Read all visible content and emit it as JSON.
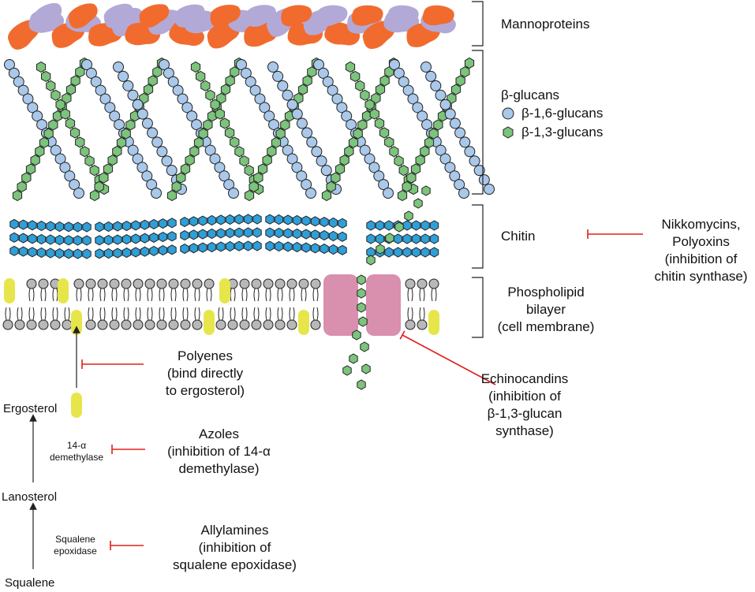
{
  "layers": {
    "mannoproteins": "Mannoproteins",
    "glucans": "β-glucans",
    "b16": "β-1,6-glucans",
    "b13": "β-1,3-glucans",
    "chitin": "Chitin",
    "membrane": "Phospholipid\nbilayer\n(cell membrane)"
  },
  "pathway": {
    "ergosterol": "Ergosterol",
    "demethylase": "14-α\ndemethylase",
    "lanosterol": "Lanosterol",
    "epoxidase": "Squalene\nepoxidase",
    "squalene": "Squalene"
  },
  "drugs": {
    "nikkomycins": "Nikkomycins,\nPolyoxins\n(inhibition of\nchitin synthase)",
    "polyenes": "Polyenes\n(bind directly\nto ergosterol)",
    "azoles": "Azoles\n(inhibition of 14-α\ndemethylase)",
    "allylamines": "Allylamines\n(inhibition of\nsqualene epoxidase)",
    "echinocandins": "Echinocandins\n(inhibition of\nβ-1,3-glucan\nsynthase)"
  },
  "colors": {
    "manno_orange": "#f26b2e",
    "manno_purple": "#b3a9d6",
    "b16_fill": "#a9c8ea",
    "b13_fill": "#7cc47c",
    "chitin_fill": "#2f9fd8",
    "ergosterol": "#e6e64a",
    "synthase": "#d98fae",
    "inhibit": "#e0201b",
    "lipid_head": "#b8b8b8"
  }
}
